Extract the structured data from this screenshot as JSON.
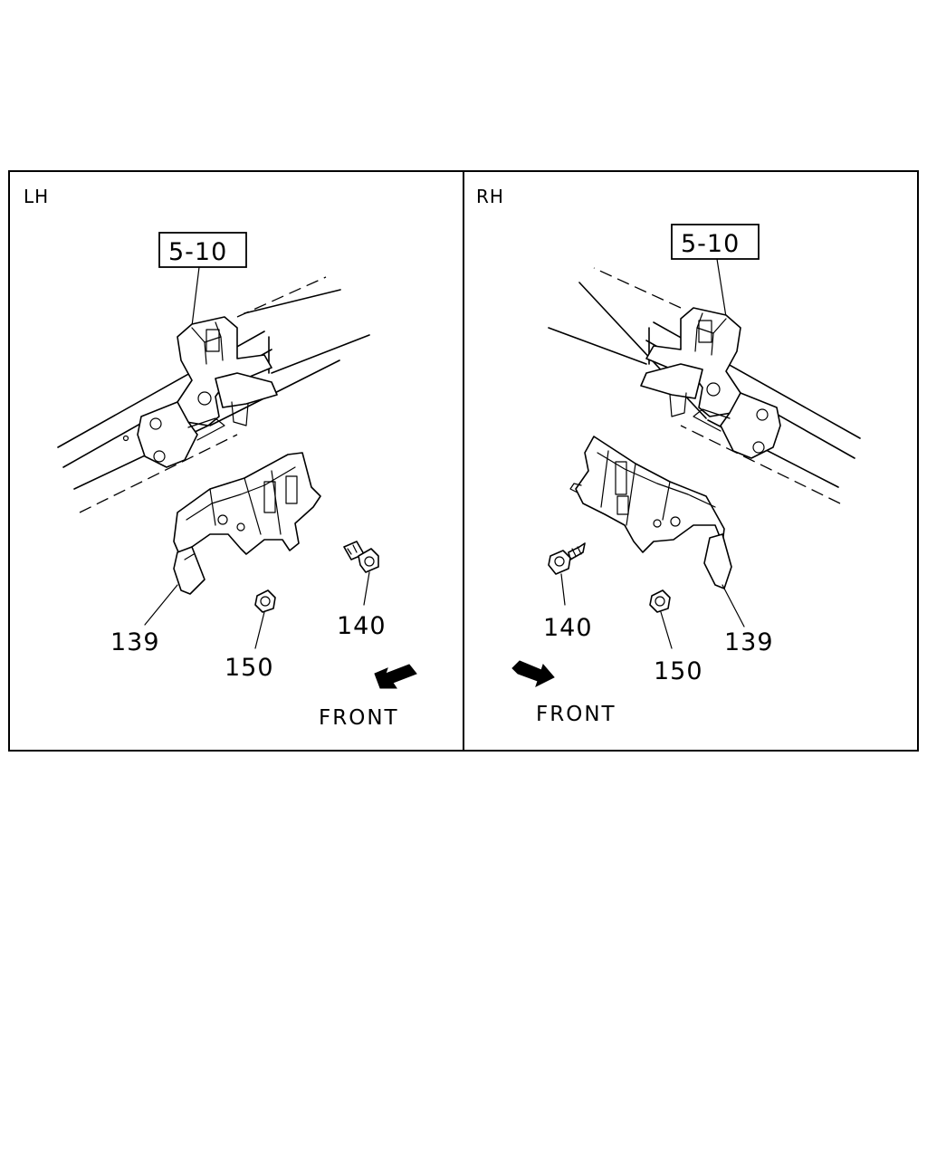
{
  "panels": {
    "left": {
      "side_label": "LH",
      "ref_box": "5-10",
      "callouts": {
        "bracket": "139",
        "bolt": "140",
        "nut": "150"
      },
      "front_label": "FRONT"
    },
    "right": {
      "side_label": "RH",
      "ref_box": "5-10",
      "callouts": {
        "bracket": "139",
        "bolt": "140",
        "nut": "150"
      },
      "front_label": "FRONT"
    }
  }
}
